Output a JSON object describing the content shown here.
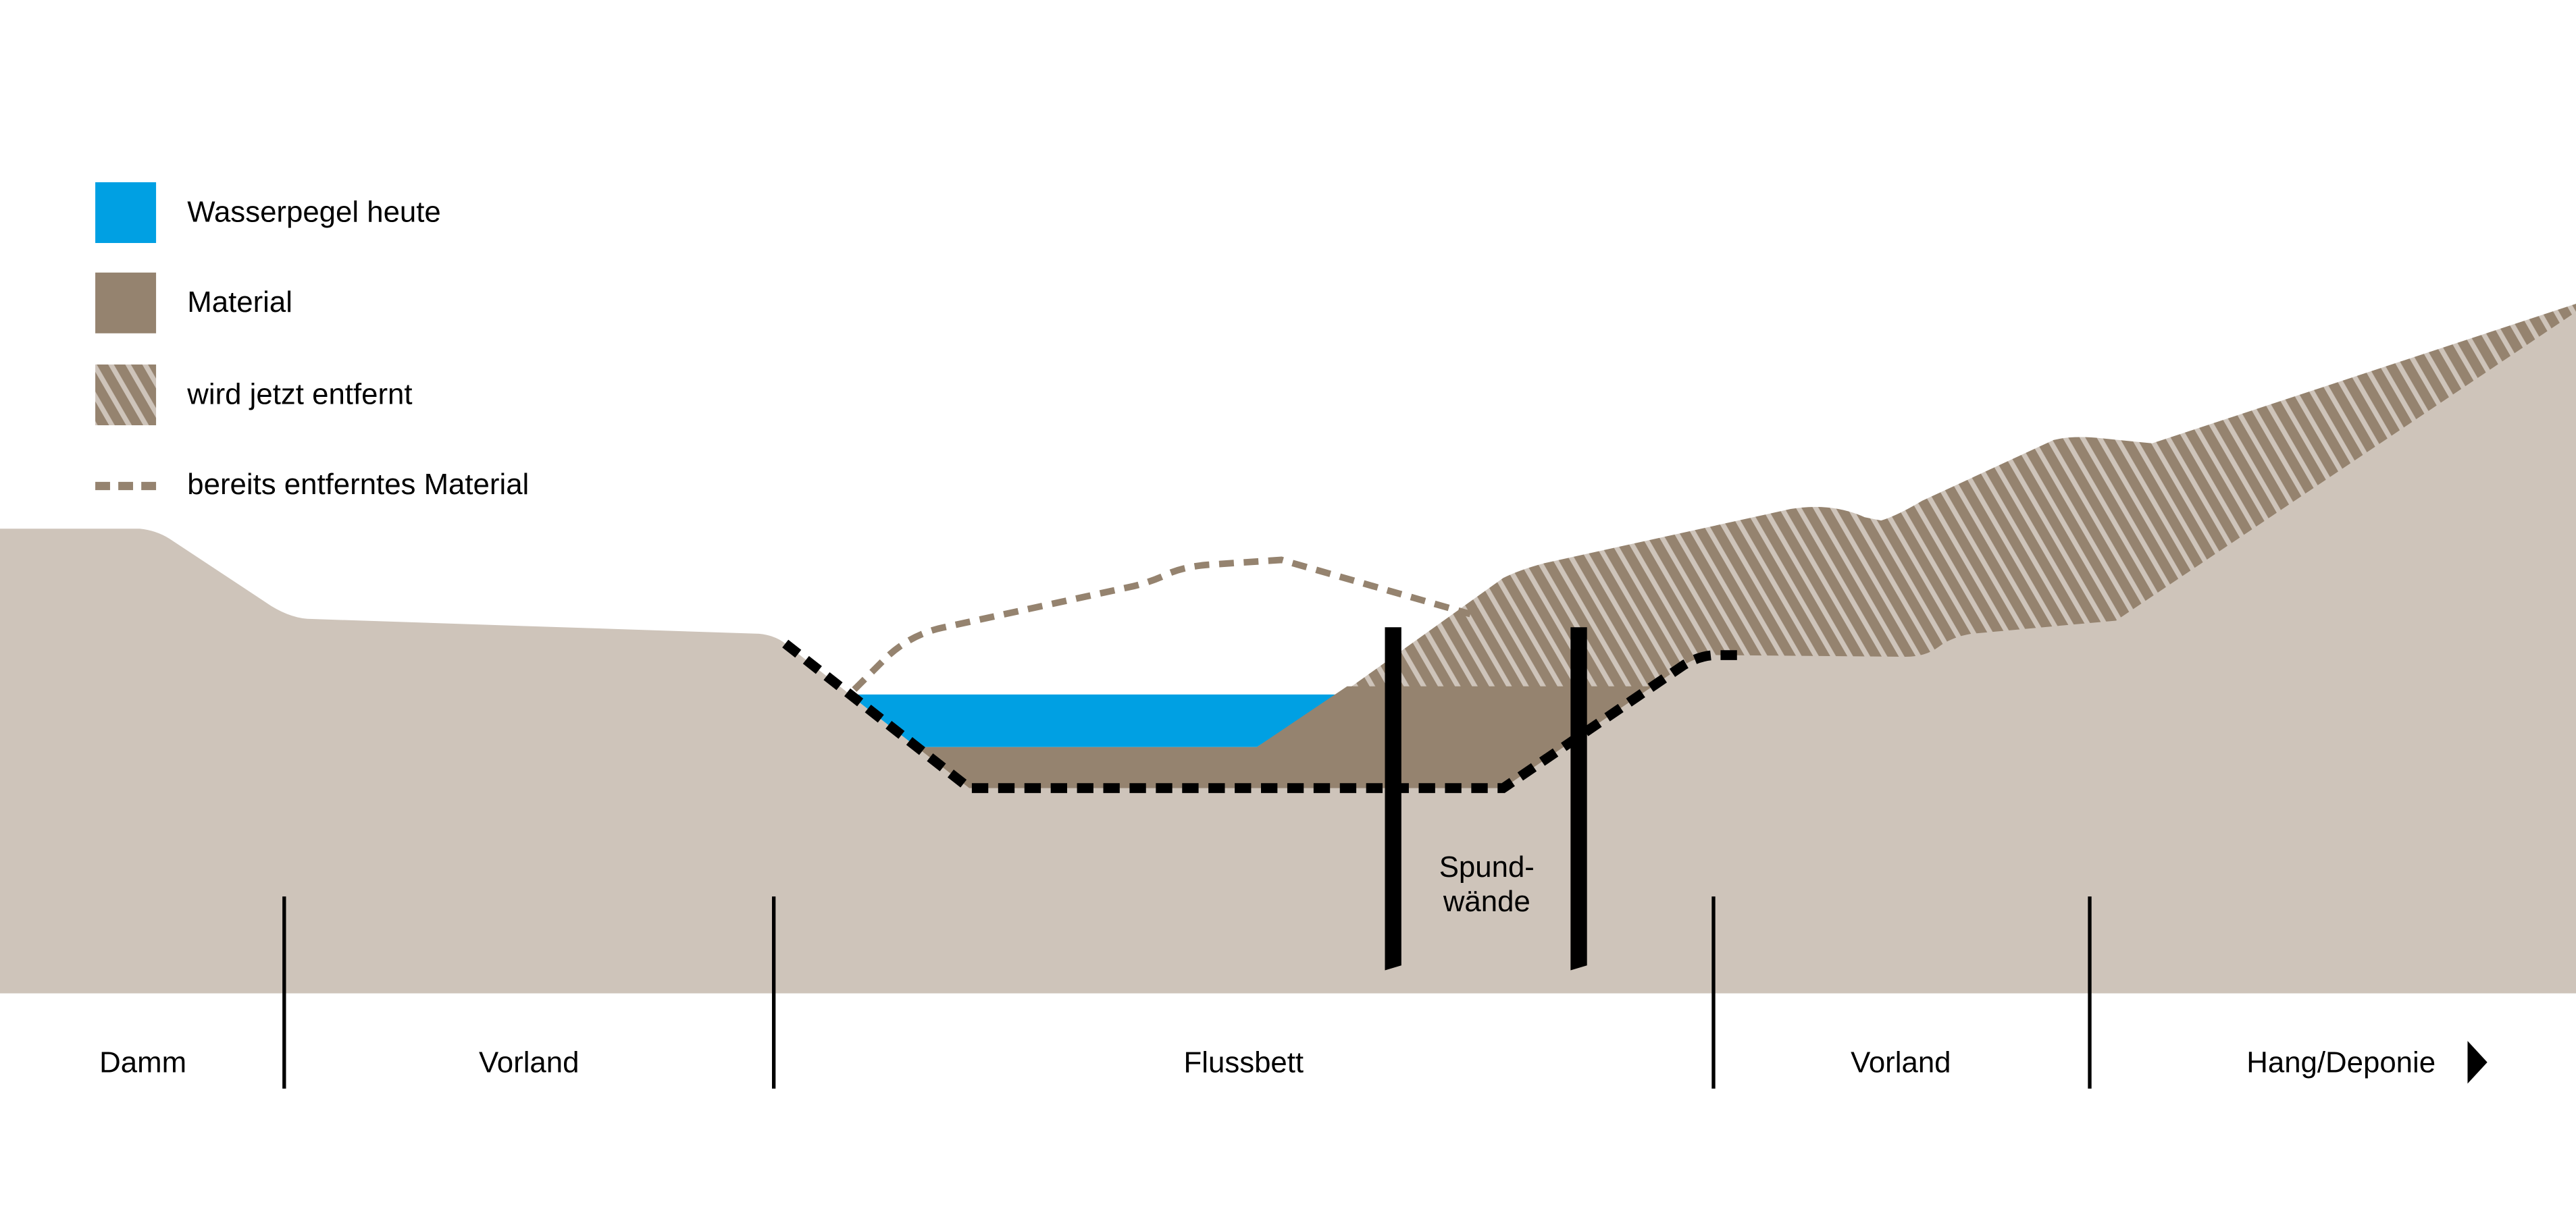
{
  "colors": {
    "water": "#00a0e3",
    "material": "#95836f",
    "ground": "#cec4ba",
    "line": "#000000"
  },
  "legend": [
    {
      "label": "Wasserpegel heute",
      "kind": "water"
    },
    {
      "label": "Material",
      "kind": "material"
    },
    {
      "label": "wird jetzt entfernt",
      "kind": "hatch"
    },
    {
      "label": "bereits entferntes Material",
      "kind": "dashed"
    }
  ],
  "annotations": {
    "sheet_piles_line1": "Spund-",
    "sheet_piles_line2": "wände"
  },
  "zones": [
    {
      "label": "Damm"
    },
    {
      "label": "Vorland"
    },
    {
      "label": "Flussbett"
    },
    {
      "label": "Vorland"
    },
    {
      "label": "Hang/Deponie",
      "icon": "arrow-right-icon"
    }
  ]
}
